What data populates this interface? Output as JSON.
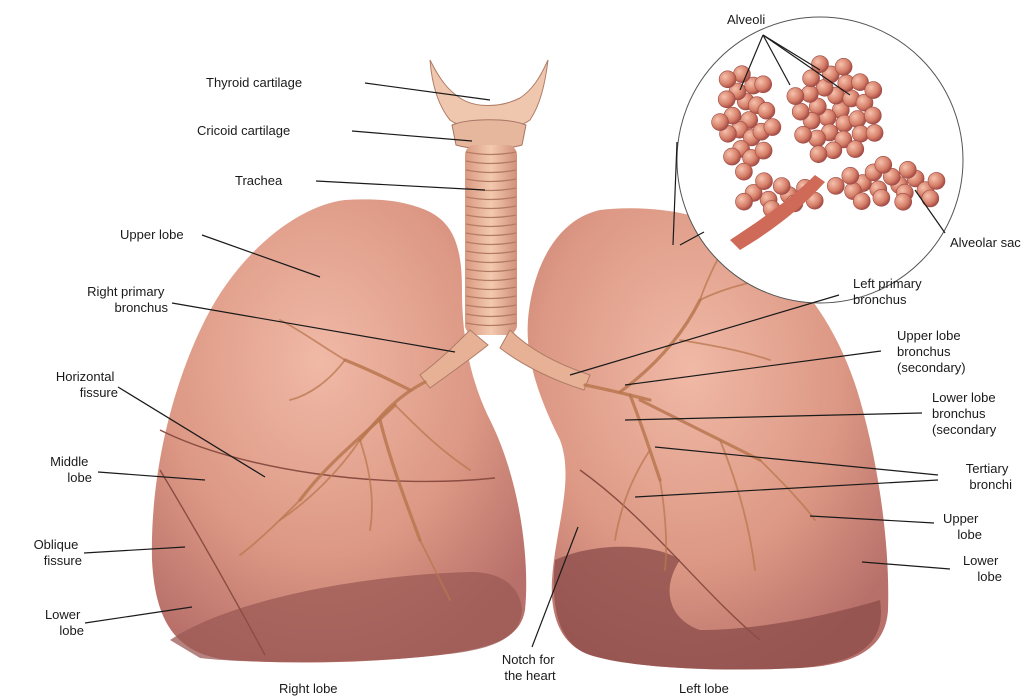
{
  "labels": {
    "alveoli": "Alveoli",
    "thyroid_cartilage": "Thyroid cartilage",
    "cricoid_cartilage": "Cricoid cartilage",
    "trachea": "Trachea",
    "alveolar_sac": "Alveolar sac",
    "upper_lobe_right": "Upper lobe",
    "right_primary_bronchus": [
      "Right primary",
      "bronchus"
    ],
    "left_primary_bronchus": [
      "Left primary",
      "bronchus"
    ],
    "upper_lobe_bronchus": [
      "Upper lobe",
      "bronchus",
      "(secondary)"
    ],
    "lower_lobe_bronchus": [
      "Lower lobe",
      "bronchus",
      "(secondary"
    ],
    "horizontal_fissure": [
      "Horizontal",
      "fissure"
    ],
    "tertiary_bronchi": [
      "Tertiary",
      "bronchi"
    ],
    "middle_lobe": [
      "Middle",
      "lobe"
    ],
    "upper_lobe_left": [
      "Upper",
      "lobe"
    ],
    "oblique_fissure": [
      "Oblique",
      "fissure"
    ],
    "lower_lobe_left": [
      "Lower",
      "lobe"
    ],
    "lower_lobe_right": [
      "Lower",
      "lobe"
    ],
    "notch_for_heart": [
      "Notch for",
      "the heart"
    ],
    "right_lobe": "Right lobe",
    "left_lobe": "Left lobe"
  },
  "colors": {
    "lung": "#e3a08c",
    "lung_shadow": "#a2605a",
    "alveoli": "#d9806a",
    "trachea": "#e9b79a"
  }
}
